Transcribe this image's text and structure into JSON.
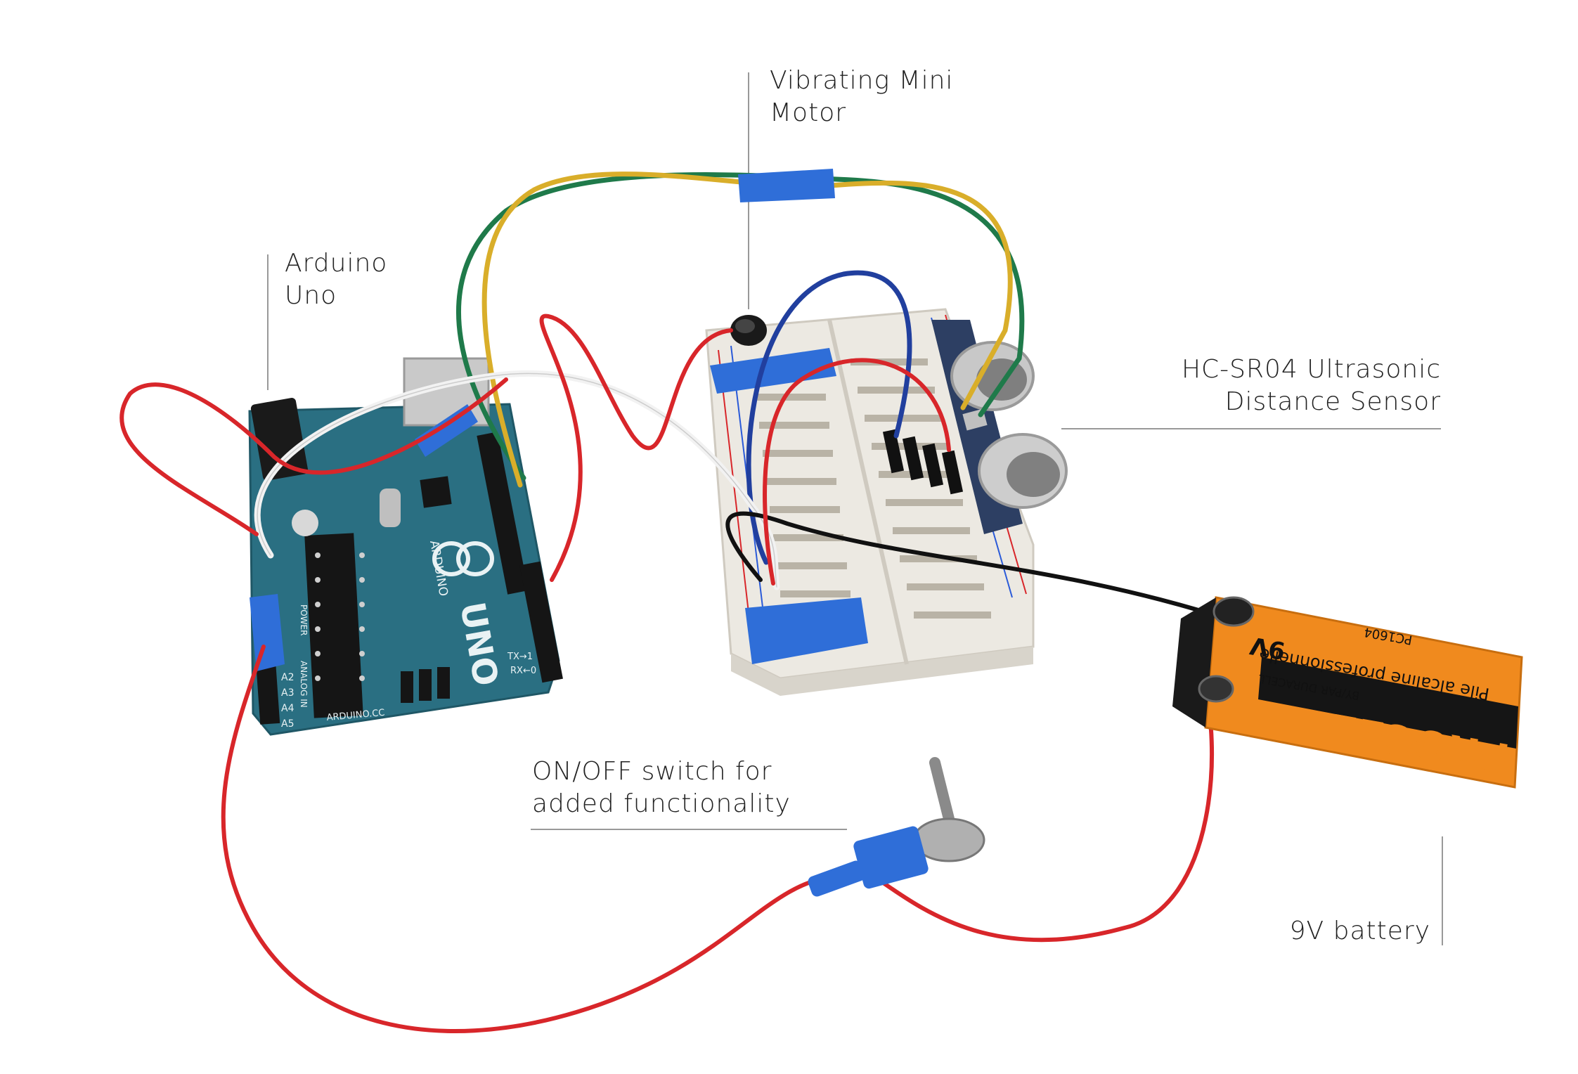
{
  "annotations": {
    "motor": [
      "Vibrating Mini",
      "Motor"
    ],
    "arduino": [
      "Arduino",
      "Uno"
    ],
    "sensor": [
      "HC-SR04 Ultrasonic",
      "Distance Sensor"
    ],
    "switch": [
      "ON/OFF switch for",
      "added functionality"
    ],
    "battery": [
      "9V battery"
    ]
  },
  "board": {
    "name": "UNO",
    "brand": "ARDUINO",
    "site": "ARDUINO.CC",
    "pins_analog": [
      "A2",
      "A3",
      "A4",
      "A5"
    ],
    "tx": "TX→1",
    "rx": "RX←0",
    "analog_in": "ANALOG IN",
    "power": "POWER"
  },
  "battery_print": {
    "voltage": "9V",
    "brand": "PROCELL",
    "by": "BY/PAR DURACELL",
    "subtitle": "Pile alcaline professionnelle",
    "model": "PC1604"
  },
  "colors": {
    "wire_red": "#d8262a",
    "wire_green": "#1f7a4a",
    "wire_yellow": "#d9ae2a",
    "wire_blue": "#213f9e",
    "wire_white": "#f2f2f2",
    "wire_black": "#111111",
    "board": "#2a6f82",
    "battery": "#f08a1e",
    "tape": "#2f6ed8"
  }
}
